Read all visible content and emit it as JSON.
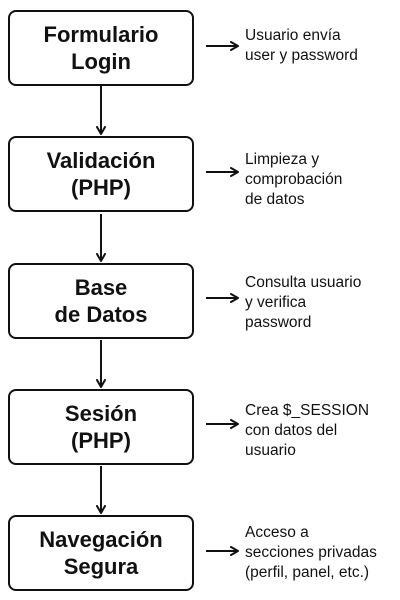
{
  "diagram": {
    "steps": [
      {
        "title_lines": [
          "Formulario",
          "Login"
        ],
        "note_lines": [
          "Usuario envía",
          "user y password"
        ]
      },
      {
        "title_lines": [
          "Validación",
          "(PHP)"
        ],
        "note_lines": [
          "Limpieza y",
          "comprobación",
          "de datos"
        ]
      },
      {
        "title_lines": [
          "Base",
          "de Datos"
        ],
        "note_lines": [
          "Consulta usuario",
          "y verifica",
          "password"
        ]
      },
      {
        "title_lines": [
          "Sesión",
          "(PHP)"
        ],
        "note_lines": [
          "Crea $_SESSION",
          "con datos del",
          "usuario"
        ]
      },
      {
        "title_lines": [
          "Navegación",
          "Segura"
        ],
        "note_lines": [
          "Acceso a",
          "secciones privadas",
          "(perfil, panel, etc.)"
        ]
      }
    ],
    "colors": {
      "stroke": "#111111",
      "box_fill": "#ffffff",
      "text": "#111111"
    }
  }
}
